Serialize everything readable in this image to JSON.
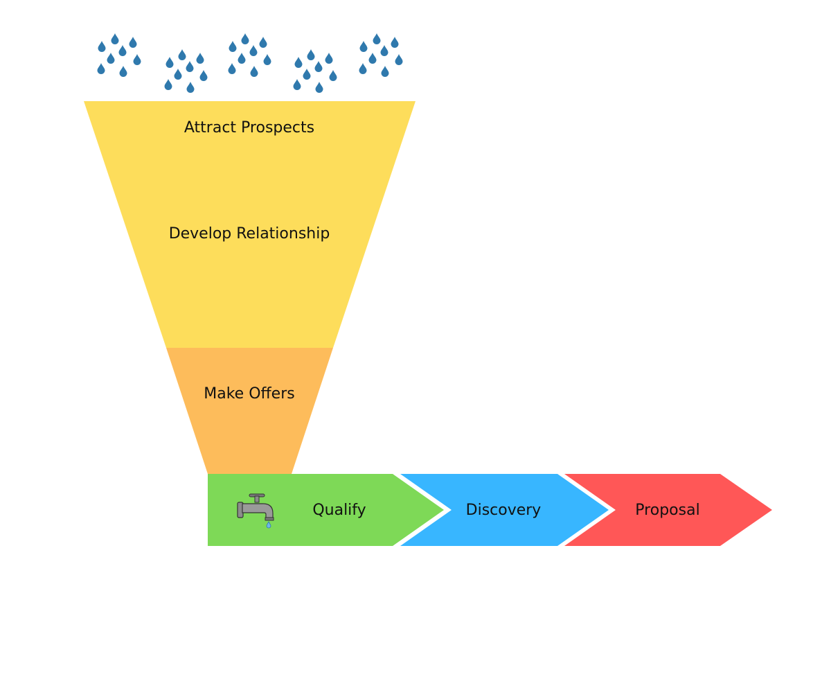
{
  "colors": {
    "background": "#ffffff",
    "drops": "#2f79ad",
    "funnel_top": "#fddd5b",
    "funnel_bottom": "#fdbc5b",
    "qualify": "#7ed957",
    "discovery": "#38b6ff",
    "proposal": "#ff5757",
    "faucet": "#9a9a9a"
  },
  "funnel": {
    "stages": [
      {
        "label": "Attract Prospects"
      },
      {
        "label": "Develop Relationship"
      },
      {
        "label": "Make Offers"
      }
    ]
  },
  "pipeline": {
    "steps": [
      {
        "label": "Qualify"
      },
      {
        "label": "Discovery"
      },
      {
        "label": "Proposal"
      }
    ]
  },
  "icons": {
    "rain": "raindrop-cluster-icon",
    "faucet": "faucet-icon"
  }
}
